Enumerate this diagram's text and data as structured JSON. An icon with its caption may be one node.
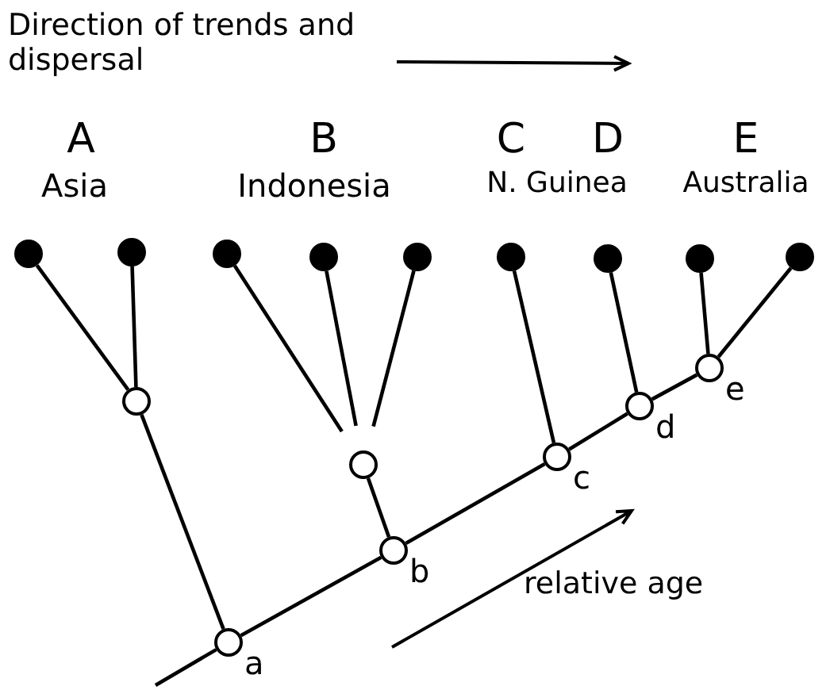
{
  "diagram": {
    "nodes": [
      {
        "text": [],
        "shape": "dot"
      },
      {
        "text": [],
        "shape": "dot"
      },
      {
        "text": [],
        "shape": "dot"
      },
      {
        "text": [],
        "shape": "dot"
      },
      {
        "text": [],
        "shape": "dot"
      },
      {
        "text": [],
        "shape": "dot"
      },
      {
        "text": [],
        "shape": "dot"
      },
      {
        "text": [],
        "shape": "dot"
      },
      {
        "text": [],
        "shape": "dot"
      },
      {
        "text": [],
        "shape": "circle"
      },
      {
        "text": [],
        "shape": "circle"
      },
      {
        "text": [],
        "shape": "circle",
        "beside": [
          "a"
        ]
      },
      {
        "text": [],
        "shape": "circle",
        "beside": [
          "b"
        ]
      },
      {
        "text": [],
        "shape": "circle",
        "beside": [
          "c"
        ]
      },
      {
        "text": [],
        "shape": "circle",
        "beside": [
          "d"
        ]
      },
      {
        "text": [],
        "shape": "circle",
        "beside": [
          "e"
        ]
      }
    ],
    "edges": [
      {
        "from": 0,
        "to": 9,
        "arrow": "none"
      },
      {
        "from": 1,
        "to": 9,
        "arrow": "none"
      },
      {
        "from": 9,
        "to": 11,
        "arrow": "none"
      },
      {
        "from": 2,
        "to": 10,
        "arrow": "none"
      },
      {
        "from": 3,
        "to": 10,
        "arrow": "none"
      },
      {
        "from": 4,
        "to": 10,
        "arrow": "none"
      },
      {
        "from": 10,
        "to": 12,
        "arrow": "none"
      },
      {
        "from": null,
        "to": 11,
        "arrow": "none"
      },
      {
        "from": 11,
        "to": 12,
        "arrow": "none"
      },
      {
        "from": 12,
        "to": 13,
        "arrow": "none"
      },
      {
        "from": 5,
        "to": 13,
        "arrow": "none"
      },
      {
        "from": 13,
        "to": 14,
        "arrow": "none"
      },
      {
        "from": 6,
        "to": 14,
        "arrow": "none"
      },
      {
        "from": 14,
        "to": 15,
        "arrow": "none"
      },
      {
        "from": 7,
        "to": 15,
        "arrow": "none"
      },
      {
        "from": 8,
        "to": 15,
        "arrow": "none"
      }
    ],
    "labels": [
      "Direction of trends and dispersal",
      "A",
      "Asia",
      "B",
      "Indonesia",
      "C",
      "D",
      "N. Guinea",
      "E",
      "Australia",
      "relative age"
    ]
  }
}
